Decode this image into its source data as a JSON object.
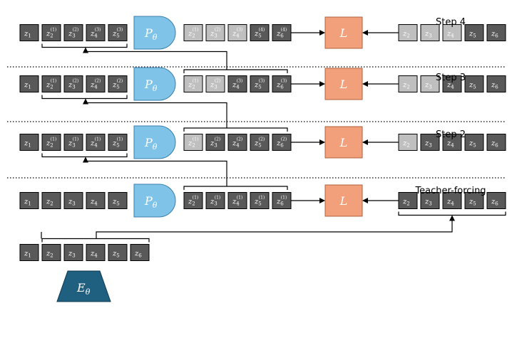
{
  "colors": {
    "cell_dark": "#595959",
    "cell_light": "#bfbfbf",
    "cell_border": "#000000",
    "predictor": "#7fc4e8",
    "predictor_border": "#3a7fae",
    "loss": "#f2a07b",
    "loss_border": "#b0603c",
    "encoder": "#1f5f80",
    "line": "#000000"
  },
  "labels": {
    "predictor": "P",
    "predictor_sub": "θ",
    "loss": "L",
    "encoder": "E",
    "encoder_sub": "θ"
  },
  "rows": [
    {
      "step_label": "Step 4",
      "inputs": [
        {
          "v": "z",
          "sub": "1",
          "sup": ""
        },
        {
          "v": "z",
          "sub": "2",
          "sup": "(1)"
        },
        {
          "v": "z",
          "sub": "3",
          "sup": "(2)"
        },
        {
          "v": "z",
          "sub": "4",
          "sup": "(3)"
        },
        {
          "v": "z",
          "sub": "5",
          "sup": "(3)"
        }
      ],
      "outputs": [
        {
          "v": "z",
          "sub": "2",
          "sup": "(1)",
          "light": true
        },
        {
          "v": "z",
          "sub": "3",
          "sup": "(2)",
          "light": true
        },
        {
          "v": "z",
          "sub": "4",
          "sup": "(3)",
          "light": true
        },
        {
          "v": "z",
          "sub": "5",
          "sup": "(4)",
          "light": false
        },
        {
          "v": "z",
          "sub": "6",
          "sup": "(4)",
          "light": false
        }
      ],
      "targets": [
        {
          "v": "z",
          "sub": "2",
          "light": true
        },
        {
          "v": "z",
          "sub": "3",
          "light": true
        },
        {
          "v": "z",
          "sub": "4",
          "light": true
        },
        {
          "v": "z",
          "sub": "5",
          "light": false
        },
        {
          "v": "z",
          "sub": "6",
          "light": false
        }
      ]
    },
    {
      "step_label": "Step 3",
      "inputs": [
        {
          "v": "z",
          "sub": "1",
          "sup": ""
        },
        {
          "v": "z",
          "sub": "2",
          "sup": "(1)"
        },
        {
          "v": "z",
          "sub": "3",
          "sup": "(2)"
        },
        {
          "v": "z",
          "sub": "4",
          "sup": "(2)"
        },
        {
          "v": "z",
          "sub": "5",
          "sup": "(2)"
        }
      ],
      "outputs": [
        {
          "v": "z",
          "sub": "2",
          "sup": "(1)",
          "light": true
        },
        {
          "v": "z",
          "sub": "3",
          "sup": "(2)",
          "light": true
        },
        {
          "v": "z",
          "sub": "4",
          "sup": "(3)",
          "light": false
        },
        {
          "v": "z",
          "sub": "5",
          "sup": "(3)",
          "light": false
        },
        {
          "v": "z",
          "sub": "6",
          "sup": "(3)",
          "light": false
        }
      ],
      "targets": [
        {
          "v": "z",
          "sub": "2",
          "light": true
        },
        {
          "v": "z",
          "sub": "3",
          "light": true
        },
        {
          "v": "z",
          "sub": "4",
          "light": false
        },
        {
          "v": "z",
          "sub": "5",
          "light": false
        },
        {
          "v": "z",
          "sub": "6",
          "light": false
        }
      ]
    },
    {
      "step_label": "Step 2",
      "inputs": [
        {
          "v": "z",
          "sub": "1",
          "sup": ""
        },
        {
          "v": "z",
          "sub": "2",
          "sup": "(1)"
        },
        {
          "v": "z",
          "sub": "3",
          "sup": "(1)"
        },
        {
          "v": "z",
          "sub": "4",
          "sup": "(1)"
        },
        {
          "v": "z",
          "sub": "5",
          "sup": "(1)"
        }
      ],
      "outputs": [
        {
          "v": "z",
          "sub": "2",
          "sup": "(1)",
          "light": true
        },
        {
          "v": "z",
          "sub": "3",
          "sup": "(2)",
          "light": false
        },
        {
          "v": "z",
          "sub": "4",
          "sup": "(2)",
          "light": false
        },
        {
          "v": "z",
          "sub": "5",
          "sup": "(2)",
          "light": false
        },
        {
          "v": "z",
          "sub": "6",
          "sup": "(2)",
          "light": false
        }
      ],
      "targets": [
        {
          "v": "z",
          "sub": "2",
          "light": true
        },
        {
          "v": "z",
          "sub": "3",
          "light": false
        },
        {
          "v": "z",
          "sub": "4",
          "light": false
        },
        {
          "v": "z",
          "sub": "5",
          "light": false
        },
        {
          "v": "z",
          "sub": "6",
          "light": false
        }
      ]
    },
    {
      "step_label": "Teacher-forcing",
      "inputs": [
        {
          "v": "z",
          "sub": "1",
          "sup": ""
        },
        {
          "v": "z",
          "sub": "2",
          "sup": ""
        },
        {
          "v": "z",
          "sub": "3",
          "sup": ""
        },
        {
          "v": "z",
          "sub": "4",
          "sup": ""
        },
        {
          "v": "z",
          "sub": "5",
          "sup": ""
        }
      ],
      "outputs": [
        {
          "v": "z",
          "sub": "2",
          "sup": "(1)",
          "light": false
        },
        {
          "v": "z",
          "sub": "3",
          "sup": "(1)",
          "light": false
        },
        {
          "v": "z",
          "sub": "4",
          "sup": "(1)",
          "light": false
        },
        {
          "v": "z",
          "sub": "5",
          "sup": "(1)",
          "light": false
        },
        {
          "v": "z",
          "sub": "6",
          "sup": "(1)",
          "light": false
        }
      ],
      "targets": [
        {
          "v": "z",
          "sub": "2",
          "light": false
        },
        {
          "v": "z",
          "sub": "3",
          "light": false
        },
        {
          "v": "z",
          "sub": "4",
          "light": false
        },
        {
          "v": "z",
          "sub": "5",
          "light": false
        },
        {
          "v": "z",
          "sub": "6",
          "light": false
        }
      ]
    }
  ],
  "encoded": [
    {
      "v": "z",
      "sub": "1"
    },
    {
      "v": "z",
      "sub": "2"
    },
    {
      "v": "z",
      "sub": "3"
    },
    {
      "v": "z",
      "sub": "4"
    },
    {
      "v": "z",
      "sub": "5"
    },
    {
      "v": "z",
      "sub": "6"
    }
  ]
}
